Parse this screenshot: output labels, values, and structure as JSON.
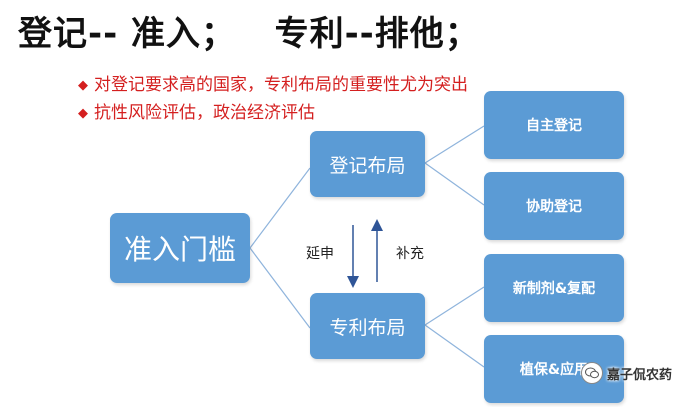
{
  "title": "登记-- 准入；   专利--排他；",
  "bullets": [
    "对登记要求高的国家，专利布局的重要性尤为突出",
    "抗性风险评估，政治经济评估"
  ],
  "nodes": {
    "root": "准入门槛",
    "branch_a": "登记布局",
    "branch_b": "专利布局",
    "leaf_1": "自主登记",
    "leaf_2": "协助登记",
    "leaf_3": "新制剂&复配",
    "leaf_4": "植保&应用"
  },
  "arrow_labels": {
    "down": "延申",
    "up": "补充"
  },
  "watermark": {
    "text": "嘉子侃农药",
    "icon": "wechat-icon"
  },
  "colors": {
    "box": "#5b9bd5",
    "line": "#8fb4dc",
    "bullet": "#d41f1f"
  }
}
